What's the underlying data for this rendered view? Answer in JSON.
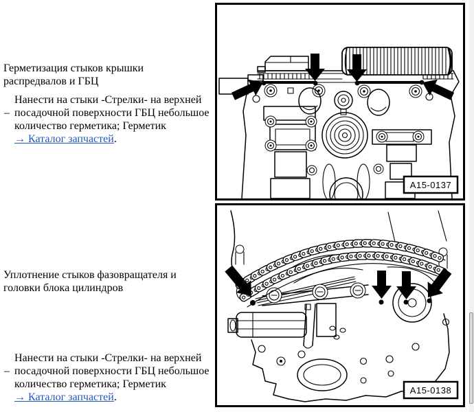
{
  "colors": {
    "background": "#ffffff",
    "text": "#000000",
    "link": "#2058c0",
    "line_art": "#000000",
    "scrollbar_track": "#f2f2f2",
    "scrollbar_thumb": "#d9d9d9",
    "scrollbar_thumb_border": "#8f8f8f"
  },
  "sections": [
    {
      "heading_lines": [
        "Герметизация стыков крышки",
        "распредвалов и ГБЦ"
      ],
      "list_marker": "–",
      "body_lines": [
        "Нанести на стыки -Стрелки- на верхней",
        "посадочной поверхности ГБЦ небольшое",
        "количество герметика; Герметик"
      ],
      "link_text": "→ Каталог запчастей",
      "link_suffix": ".",
      "figure_label": "A15-0137"
    },
    {
      "heading_lines": [
        "Уплотнение стыков фазовращателя и",
        "головки блока цилиндров"
      ],
      "list_marker": "–",
      "body_lines": [
        "Нанести на стыки -Стрелки- на верхней",
        "посадочной поверхности ГБЦ небольшое",
        "количество герметика; Герметик"
      ],
      "link_text": "→ Каталог запчастей",
      "link_suffix": ".",
      "figure_label": "A15-0138"
    }
  ]
}
